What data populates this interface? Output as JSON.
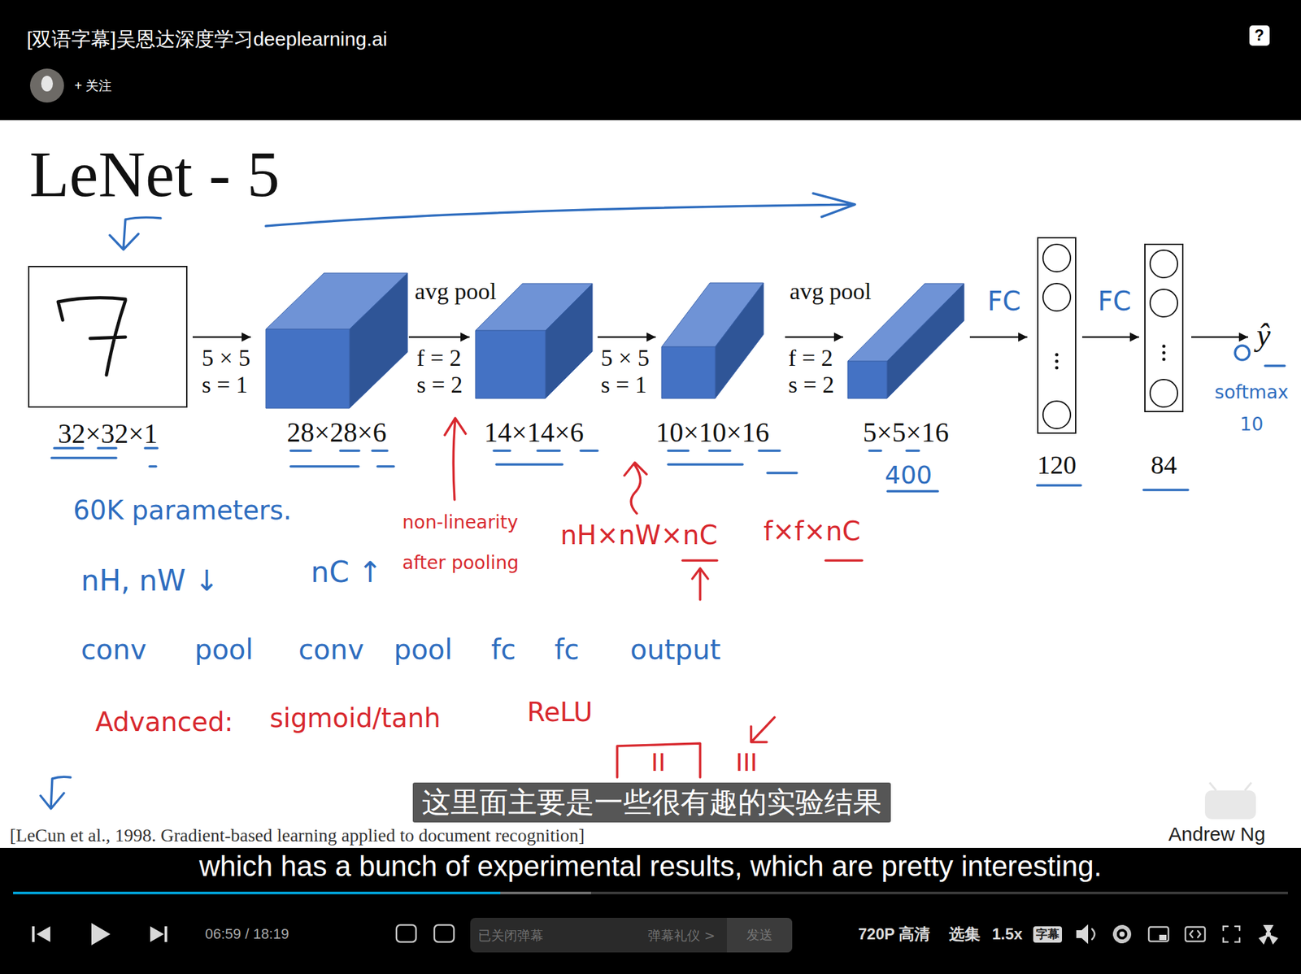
{
  "diagram": {
    "title": "LeNet - 5",
    "nodes": [
      {
        "text": [
          "?"
        ]
      },
      {
        "text": [
          "32×32×1"
        ]
      },
      {
        "text": [
          "28×28×6"
        ]
      },
      {
        "text": [
          "14×14×6"
        ]
      },
      {
        "text": [
          "10×10×16"
        ]
      },
      {
        "text": [
          "5×5×16"
        ]
      },
      {
        "text": [
          "120"
        ]
      },
      {
        "text": [
          "84"
        ]
      },
      {
        "text": [
          "这里面主要是一些很有趣的实验结果"
        ]
      },
      {
        "text": [
          "已关闭弹幕",
          "弹幕礼仪 >"
        ]
      },
      {
        "text": [
          "发送"
        ],
        "in": 9
      },
      {
        "text": [
          "字幕"
        ]
      }
    ],
    "edges": [
      {
        "from": 1,
        "to": 2,
        "arrow": "to",
        "label": "5 × 5 s = 1"
      },
      {
        "from": 2,
        "to": 3,
        "arrow": "to",
        "label": "f = 2 s = 2"
      },
      {
        "from": 3,
        "to": 4,
        "arrow": "to",
        "label": "5 × 5 s = 1"
      },
      {
        "from": 4,
        "to": 5,
        "arrow": "to",
        "label": "f = 2 s = 2"
      },
      {
        "from": 5,
        "to": 6,
        "arrow": "to",
        "label": "FC"
      },
      {
        "from": 6,
        "to": 7,
        "arrow": "to",
        "label": "FC"
      }
    ],
    "labels": [
      "[双语字幕]吴恩达深度学习deeplearning.ai",
      "+ 关注",
      "avg pool",
      "avg pool",
      "ŷ",
      "400",
      "softmax 10",
      "60K parameters.",
      "non-linearity after pooling",
      "nH×nW×nC",
      "f×f×nC",
      "nH, nW ↓",
      "nC ↑",
      "conv",
      "pool",
      "conv",
      "pool",
      "fc",
      "fc",
      "output",
      "Advanced:",
      "sigmoid/tanh",
      "ReLU",
      "II",
      "III",
      "[LeCun et al., 1998. Gradient-based learning applied to document recognition]",
      "Andrew Ng",
      "which has a bunch of experimental results, which are pretty interesting.",
      "06:59 / 18:19",
      "720P 高清",
      "选集",
      "1.5x"
    ]
  }
}
